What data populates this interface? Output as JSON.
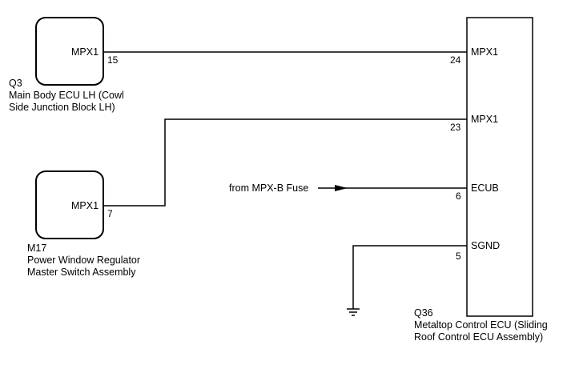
{
  "components": {
    "q3": {
      "code": "Q3",
      "name_line1": "Main Body ECU LH (Cowl",
      "name_line2": "Side Junction Block LH)",
      "pin_signal": "MPX1",
      "pin_number": "15"
    },
    "m17": {
      "code": "M17",
      "name_line1": "Power Window Regulator",
      "name_line2": "Master Switch Assembly",
      "pin_signal": "MPX1",
      "pin_number": "7"
    },
    "q36": {
      "code": "Q36",
      "name_line1": "Metaltop Control ECU (Sliding",
      "name_line2": "Roof Control ECU Assembly)",
      "pins": [
        {
          "signal": "MPX1",
          "number": "24"
        },
        {
          "signal": "MPX1",
          "number": "23"
        },
        {
          "signal": "ECUB",
          "number": "6"
        },
        {
          "signal": "SGND",
          "number": "5"
        }
      ]
    }
  },
  "source": {
    "label": "from MPX-B Fuse"
  },
  "colors": {
    "line": "#000000",
    "background": "#ffffff"
  }
}
